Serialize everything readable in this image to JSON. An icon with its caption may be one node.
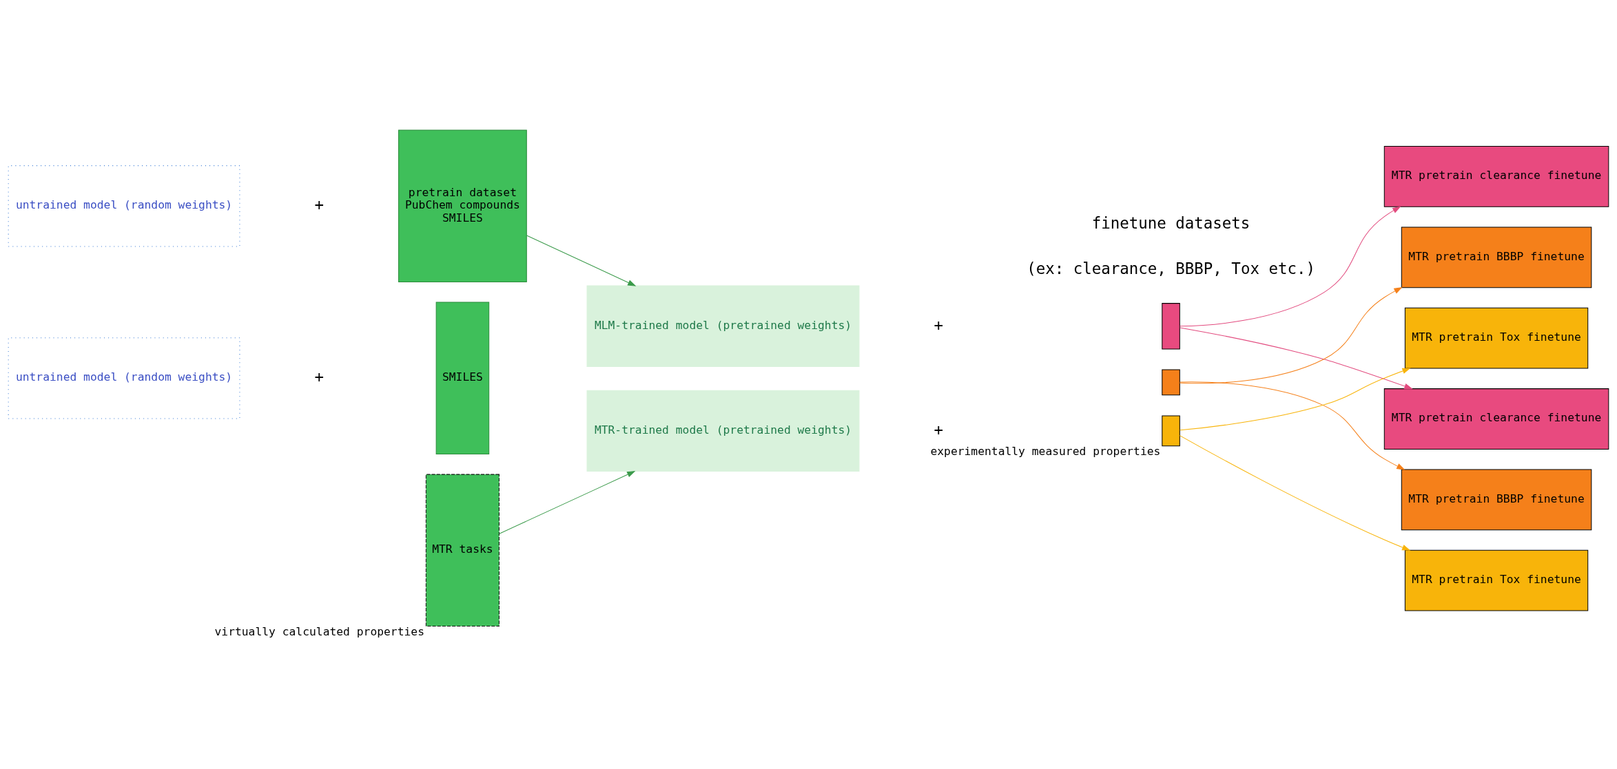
{
  "diagram": {
    "nodes": [
      {
        "text": [
          "untrained model (random weights)"
        ]
      },
      {
        "text": [
          "pretrain dataset",
          "PubChem compounds",
          "SMILES"
        ]
      },
      {
        "text": [
          "MLM-trained model (pretrained weights)"
        ]
      },
      {
        "text": [
          "untrained model (random weights)"
        ]
      },
      {
        "text": [
          "SMILES"
        ]
      },
      {
        "text": [
          "MTR tasks"
        ],
        "beside": [
          "virtually calculated properties"
        ]
      },
      {
        "text": [
          "MTR-trained model (pretrained weights)"
        ]
      },
      {
        "text": [],
        "shape": "bar"
      },
      {
        "text": [],
        "shape": "bar"
      },
      {
        "text": [],
        "shape": "bar",
        "beside": [
          "experimentally measured properties"
        ]
      },
      {
        "text": [
          "MTR pretrain clearance finetune"
        ]
      },
      {
        "text": [
          "MTR pretrain BBBP finetune"
        ]
      },
      {
        "text": [
          "MTR pretrain Tox finetune"
        ]
      },
      {
        "text": [
          "MTR pretrain clearance finetune"
        ]
      },
      {
        "text": [
          "MTR pretrain BBBP finetune"
        ]
      },
      {
        "text": [
          "MTR pretrain Tox finetune"
        ]
      }
    ],
    "edges": [
      {
        "from": 1,
        "to": 2,
        "arrow": "to",
        "color": "#3a9a4a"
      },
      {
        "from": 5,
        "to": 6,
        "arrow": "to",
        "color": "#3a9a4a"
      },
      {
        "from": 7,
        "to": 10,
        "arrow": "to",
        "color": "#e24a7e"
      },
      {
        "from": 8,
        "to": 11,
        "arrow": "to",
        "color": "#f5801a"
      },
      {
        "from": 9,
        "to": 12,
        "arrow": "to",
        "color": "#f8b40a"
      },
      {
        "from": 7,
        "to": 13,
        "arrow": "to",
        "color": "#e24a7e"
      },
      {
        "from": 8,
        "to": 14,
        "arrow": "to",
        "color": "#f5801a"
      },
      {
        "from": 9,
        "to": 15,
        "arrow": "to",
        "color": "#f8b40a"
      }
    ],
    "labels": [
      "+",
      "+",
      "finetune datasets",
      "(ex: clearance, BBBP, Tox etc.)",
      "+",
      "+"
    ]
  }
}
